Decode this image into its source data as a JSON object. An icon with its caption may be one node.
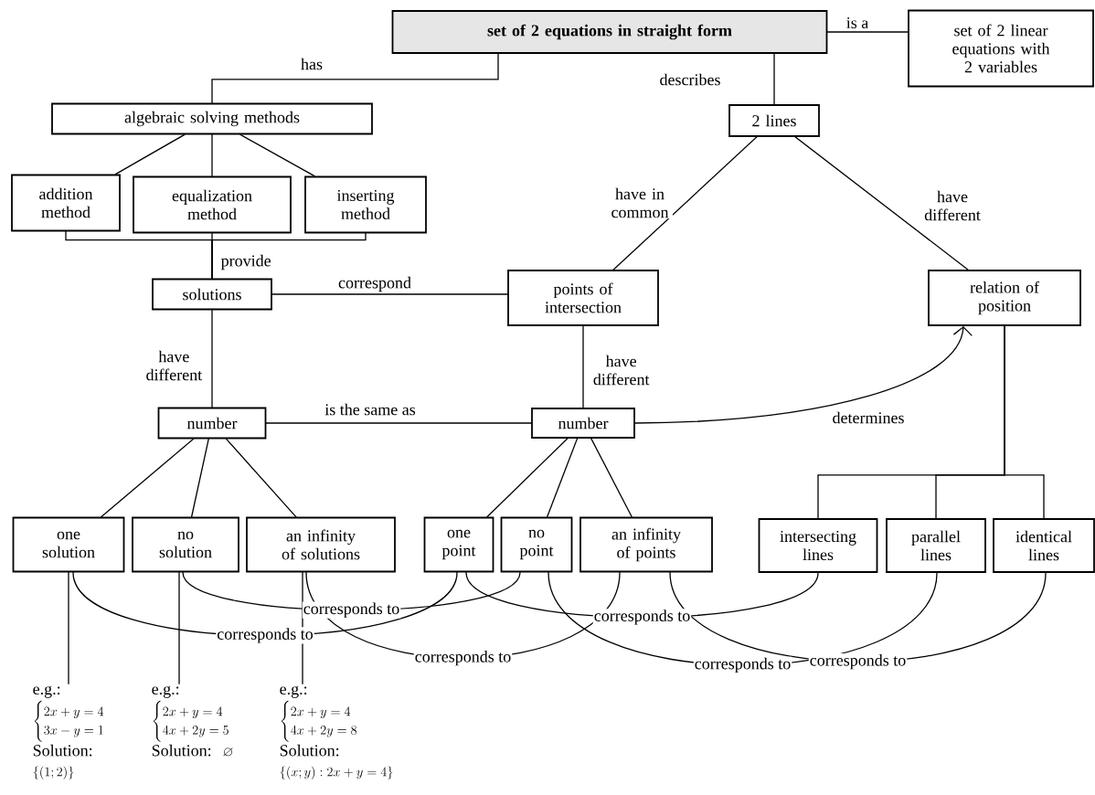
{
  "diagram": {
    "nodes": [
      {
        "text": [
          "set of 2 equations in straight form"
        ]
      },
      {
        "text": [
          "set of 2 linear equations with 2 variables"
        ]
      },
      {
        "text": [
          "algebraic solving methods"
        ]
      },
      {
        "text": [
          "addition method"
        ]
      },
      {
        "text": [
          "equalization method"
        ]
      },
      {
        "text": [
          "inserting method"
        ]
      },
      {
        "text": [
          "solutions"
        ]
      },
      {
        "text": [
          "points of intersection"
        ]
      },
      {
        "text": [
          "2 lines"
        ]
      },
      {
        "text": [
          "relation of position"
        ]
      },
      {
        "text": [
          "number"
        ]
      },
      {
        "text": [
          "number"
        ]
      },
      {
        "text": [
          "one solution"
        ]
      },
      {
        "text": [
          "no solution"
        ]
      },
      {
        "text": [
          "an infinity of solutions"
        ]
      },
      {
        "text": [
          "one point"
        ]
      },
      {
        "text": [
          "no point"
        ]
      },
      {
        "text": [
          "an infinity of points"
        ]
      },
      {
        "text": [
          "intersecting lines"
        ]
      },
      {
        "text": [
          "parallel lines"
        ]
      },
      {
        "text": [
          "identical lines"
        ]
      },
      {
        "text": [
          "e.g.:",
          "\\begin{cases}2x+y=4\\\\3x-y=1\\end{cases}",
          "Solution:",
          "\\{(1;2)\\}"
        ]
      },
      {
        "text": [
          "e.g.:",
          "\\begin{cases}2x+y=4\\\\4x+2y=5\\end{cases}",
          "Solution:",
          "\\varnothing"
        ]
      },
      {
        "text": [
          "e.g.:",
          "\\begin{cases}2x+y=4\\\\4x+2y=8\\end{cases}",
          "Solution:",
          "\\{(x;y):2x+y=4\\}"
        ]
      }
    ],
    "edges": [
      {
        "from": 0,
        "to": 2,
        "arrow": "none",
        "label": "has"
      },
      {
        "from": 0,
        "to": 1,
        "arrow": "none",
        "label": "is a"
      },
      {
        "from": 0,
        "to": 8,
        "arrow": "none",
        "label": "describes"
      },
      {
        "from": 2,
        "to": 3,
        "arrow": "none"
      },
      {
        "from": 2,
        "to": 4,
        "arrow": "none"
      },
      {
        "from": 2,
        "to": 5,
        "arrow": "none"
      },
      {
        "from": 3,
        "to": 6,
        "arrow": "none"
      },
      {
        "from": 4,
        "to": 6,
        "arrow": "none",
        "label": "provide"
      },
      {
        "from": 5,
        "to": 6,
        "arrow": "none"
      },
      {
        "from": 6,
        "to": 7,
        "arrow": "none",
        "label": "correspond"
      },
      {
        "from": 8,
        "to": 7,
        "arrow": "none",
        "label": "have in common"
      },
      {
        "from": 8,
        "to": 9,
        "arrow": "none",
        "label": "have different"
      },
      {
        "from": 6,
        "to": 10,
        "arrow": "none",
        "label": "have different"
      },
      {
        "from": 7,
        "to": 11,
        "arrow": "none",
        "label": "have different"
      },
      {
        "from": 10,
        "to": 11,
        "arrow": "none",
        "label": "is the same as"
      },
      {
        "from": 11,
        "to": 9,
        "arrow": "to",
        "label": "determines"
      },
      {
        "from": 10,
        "to": 12,
        "arrow": "none"
      },
      {
        "from": 10,
        "to": 13,
        "arrow": "none"
      },
      {
        "from": 10,
        "to": 14,
        "arrow": "none"
      },
      {
        "from": 11,
        "to": 15,
        "arrow": "none"
      },
      {
        "from": 11,
        "to": 16,
        "arrow": "none"
      },
      {
        "from": 11,
        "to": 17,
        "arrow": "none"
      },
      {
        "from": 9,
        "to": 18,
        "arrow": "none"
      },
      {
        "from": 9,
        "to": 19,
        "arrow": "none"
      },
      {
        "from": 9,
        "to": 20,
        "arrow": "none"
      },
      {
        "from": 12,
        "to": 15,
        "arrow": "none",
        "label": "corresponds to"
      },
      {
        "from": 13,
        "to": 16,
        "arrow": "none",
        "label": "corresponds to"
      },
      {
        "from": 14,
        "to": 17,
        "arrow": "none",
        "label": "corresponds to"
      },
      {
        "from": 15,
        "to": 18,
        "arrow": "none",
        "label": "corresponds to"
      },
      {
        "from": 16,
        "to": 19,
        "arrow": "none",
        "label": "corresponds to"
      },
      {
        "from": 17,
        "to": 20,
        "arrow": "none",
        "label": "corresponds to"
      },
      {
        "from": 12,
        "to": 21,
        "arrow": "none"
      },
      {
        "from": 13,
        "to": 22,
        "arrow": "none"
      },
      {
        "from": 14,
        "to": 23,
        "arrow": "none"
      }
    ]
  }
}
